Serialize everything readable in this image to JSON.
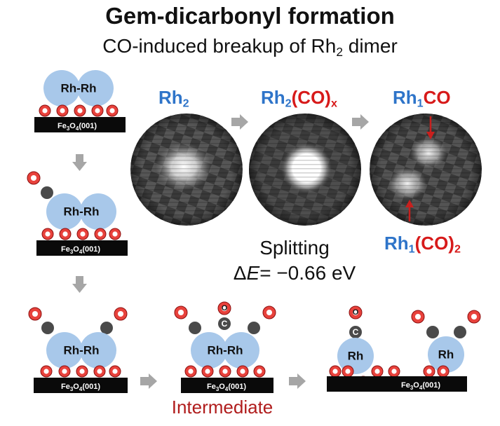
{
  "title": "Gem-dicarbonyl formation",
  "subtitle": {
    "prefix": "CO-induced breakup of Rh",
    "sub": "2",
    "suffix": " dimer"
  },
  "images": [
    {
      "name": "Rh",
      "sub": "2",
      "tail": ""
    },
    {
      "name": "Rh",
      "sub": "2",
      "tail": "(CO)",
      "tail_sub": "x"
    }
  ],
  "annotations": {
    "top": {
      "name": "Rh",
      "sub": "1",
      "tail": "CO"
    },
    "bottom": {
      "name": "Rh",
      "sub": "1",
      "tail": "(CO)",
      "tail_sub": "2"
    }
  },
  "splitting": {
    "label": "Splitting",
    "energy_symbol": "E",
    "energy_value": "= −0.66 eV"
  },
  "intermediate_label": "Intermediate",
  "model": {
    "dimer_label": "Rh-Rh",
    "atom_label": "Rh",
    "substrate_label": "Fe3O4(001)",
    "co_c": "C",
    "co_o": "O"
  },
  "colors": {
    "rh": "#a8c8ea",
    "oxygen": "#e8423c",
    "carbon": "#4a4a4a",
    "substrate": "#0a0a0a",
    "arrow": "#a6a6a6",
    "label_blue": "#2e74c9",
    "label_red": "#d71a1a",
    "intermediate": "#b01c1c"
  }
}
